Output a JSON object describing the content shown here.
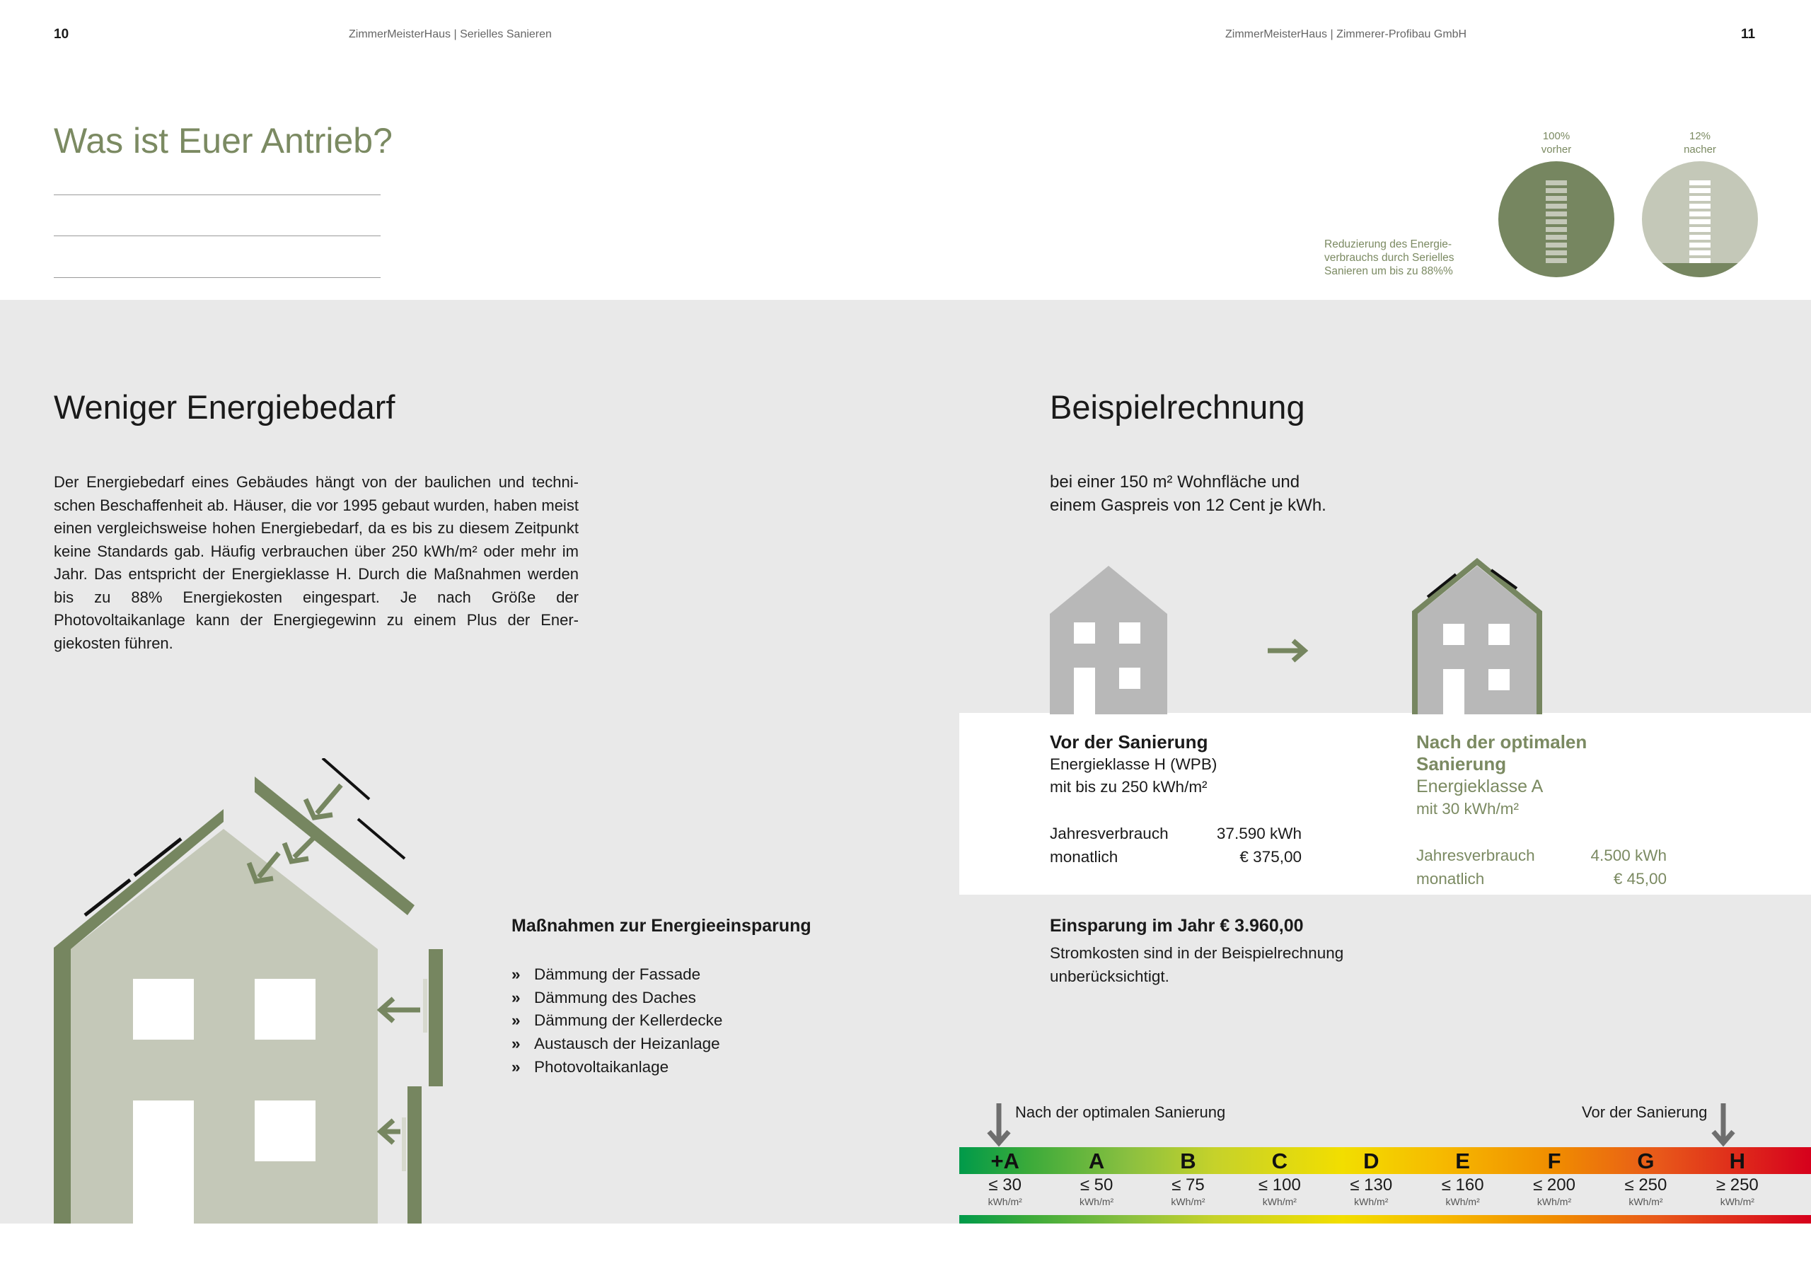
{
  "header": {
    "page_left": "10",
    "running_left": "ZimmerMeisterHaus | Serielles Sanieren",
    "running_right": "ZimmerMeisterHaus | Zimmerer-Profibau GmbH",
    "page_right": "11"
  },
  "top": {
    "title": "Was ist Euer Antrieb?",
    "donut_before": {
      "percent": "100%",
      "label": "vorher",
      "fill_fraction": 1.0
    },
    "donut_after": {
      "percent": "12%",
      "label": "nacher",
      "fill_fraction": 0.12
    },
    "reduction_note": [
      "Reduzierung des Energie-",
      "verbrauchs durch Serielles",
      "Sanieren um bis zu 88%%"
    ],
    "colors": {
      "green": "#768660",
      "light_green": "#c4c8b8"
    }
  },
  "left": {
    "heading": "Weniger Energiebedarf",
    "body": "Der Energiebedarf eines Gebäudes hängt von der baulichen und techni-schen Beschaffenheit ab. Häuser, die vor 1995 gebaut wurden, haben meist einen vergleichsweise hohen Energiebedarf, da es bis zu diesem Zeitpunkt keine Standards gab. Häufig verbrauchen über 250 kWh/m² oder mehr im Jahr. Das entspricht der Energieklasse H. Durch die Maßnahmen werden bis zu 88% Energiekosten eingespart. Je nach Größe der Photovoltaikanlage kann der Energiegewinn zu einem Plus der Ener-giekosten führen.",
    "measures_title": "Maßnahmen zur Energieeinsparung",
    "bullet": "»",
    "measures": [
      "Dämmung der Fassade",
      "Dämmung des Daches",
      "Dämmung der Kellerdecke",
      "Austausch der Heizanlage",
      "Photovoltaikanlage"
    ]
  },
  "right": {
    "heading": "Beispielrechnung",
    "intro": [
      "bei einer 150 m² Wohnfläche und",
      "einem Gaspreis von 12 Cent je kWh."
    ],
    "before": {
      "title": "Vor der Sanierung",
      "class": "Energieklasse H (WPB)",
      "usage": "mit bis zu 250 kWh/m²",
      "year_label": "Jahresverbrauch",
      "year_value": "37.590 kWh",
      "month_label": "monatlich",
      "month_value": "€ 375,00"
    },
    "after": {
      "title": "Nach der optimalen Sanierung",
      "class": "Energieklasse A",
      "usage": "mit 30 kWh/m²",
      "year_label": "Jahresverbrauch",
      "year_value": "4.500 kWh",
      "month_label": "monatlich",
      "month_value": "€ 45,00"
    },
    "saving_title": "Einsparung im Jahr € 3.960,00",
    "saving_text": [
      "Stromkosten sind in der Beispielrechnung",
      "unberücksichtigt."
    ]
  },
  "scale": {
    "after_caption": "Nach der optimalen Sanierung",
    "before_caption": "Vor der Sanierung",
    "classes": [
      "+A",
      "A",
      "B",
      "C",
      "D",
      "E",
      "F",
      "G",
      "H"
    ],
    "values": [
      "≤ 30",
      "≤ 50",
      "≤ 75",
      "≤ 100",
      "≤ 130",
      "≤ 160",
      "≤ 200",
      "≤ 250",
      "≥ 250"
    ],
    "unit": "kWh/m²"
  }
}
